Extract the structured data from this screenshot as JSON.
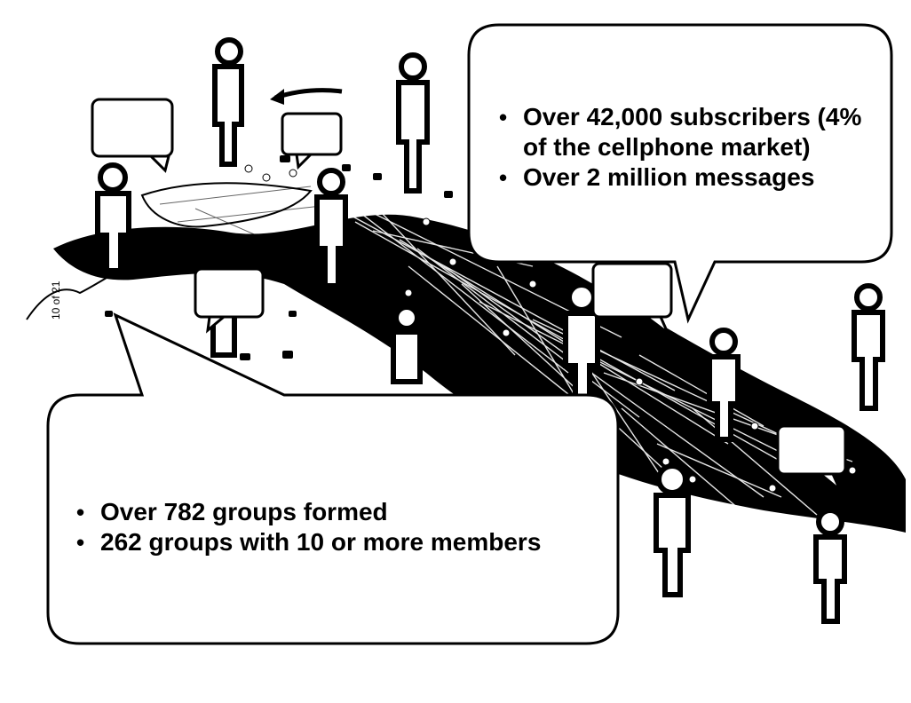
{
  "slide": {
    "page_number": "10 of 21",
    "top_callout": {
      "bullets": [
        "Over 42,000 subscribers (4% of the cellphone market)",
        "Over 2 million messages"
      ]
    },
    "bottom_callout": {
      "bullets": [
        "Over 782 groups formed",
        "262 groups with 10 or more members"
      ]
    }
  },
  "colors": {
    "ink": "#000000",
    "paper": "#ffffff"
  },
  "icons": [
    "person-figure-icon",
    "speech-bubble-icon",
    "network-line",
    "map-land"
  ]
}
